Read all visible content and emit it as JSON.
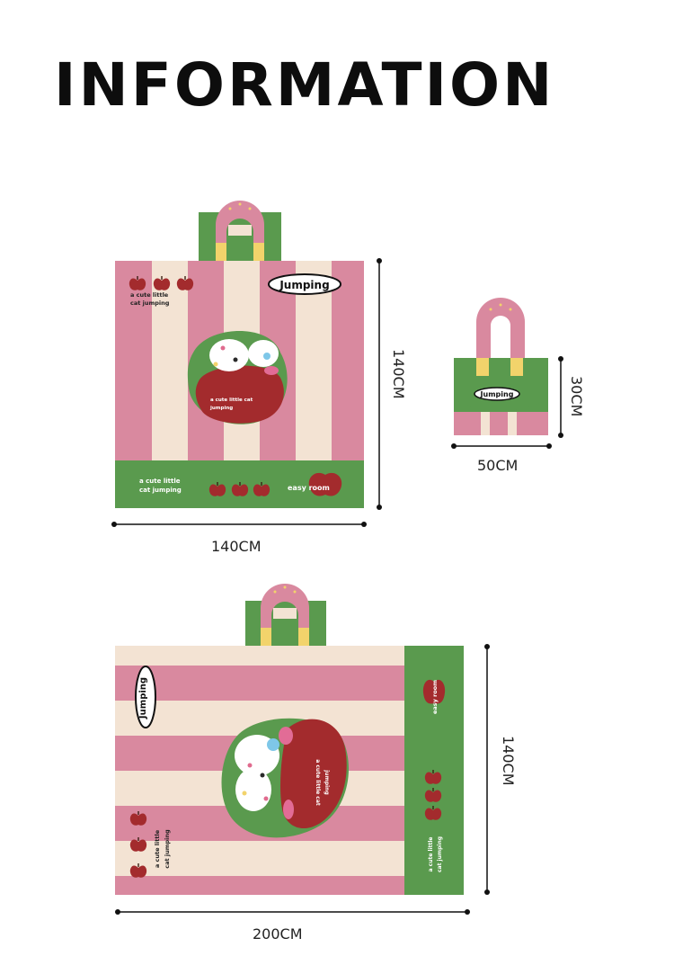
{
  "page": {
    "title": "INFORMATION"
  },
  "bag1": {
    "brand": "Jumping",
    "tagline_line1": "a cute little",
    "tagline_line2": "cat jumping",
    "apple_text_line1": "a cute little cat",
    "apple_text_line2": "jumping",
    "shop": "easy room",
    "width": "140CM",
    "height": "140CM"
  },
  "bag2": {
    "brand": "Jumping",
    "width": "50CM",
    "height": "30CM"
  },
  "bag3": {
    "brand": "Jumping",
    "tagline_line1": "a cute little",
    "tagline_line2": "cat jumping",
    "apple_text_line1": "a cute little cat",
    "apple_text_line2": "jumping",
    "shop": "easy room",
    "width": "200CM",
    "height": "140CM"
  },
  "colors": {
    "pink": "#d9899f",
    "cream": "#f3e3d3",
    "green": "#5a9a4e",
    "red": "#a32b2d"
  }
}
